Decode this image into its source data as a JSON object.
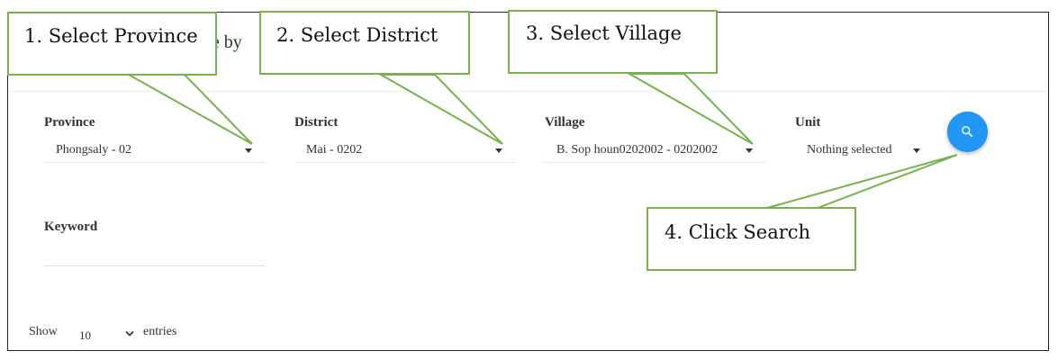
{
  "header": {
    "title": "nce by"
  },
  "filters": {
    "province": {
      "label": "Province",
      "value": "Phongsaly - 02"
    },
    "district": {
      "label": "District",
      "value": "Mai - 0202"
    },
    "village": {
      "label": "Village",
      "value": "B. Sop houn0202002 - 0202002"
    },
    "unit": {
      "label": "Unit",
      "value": "Nothing selected"
    },
    "keyword": {
      "label": "Keyword",
      "value": ""
    }
  },
  "search_button": {
    "icon": "search-icon",
    "color": "#2196f3"
  },
  "table_length": {
    "show_label": "Show",
    "selected": "10",
    "entries_label": "entries"
  },
  "annotations": {
    "step1": "1. Select Province",
    "step2": "2. Select District",
    "step3": "3. Select Village",
    "step4": "4. Click Search",
    "color": "#77b150"
  }
}
